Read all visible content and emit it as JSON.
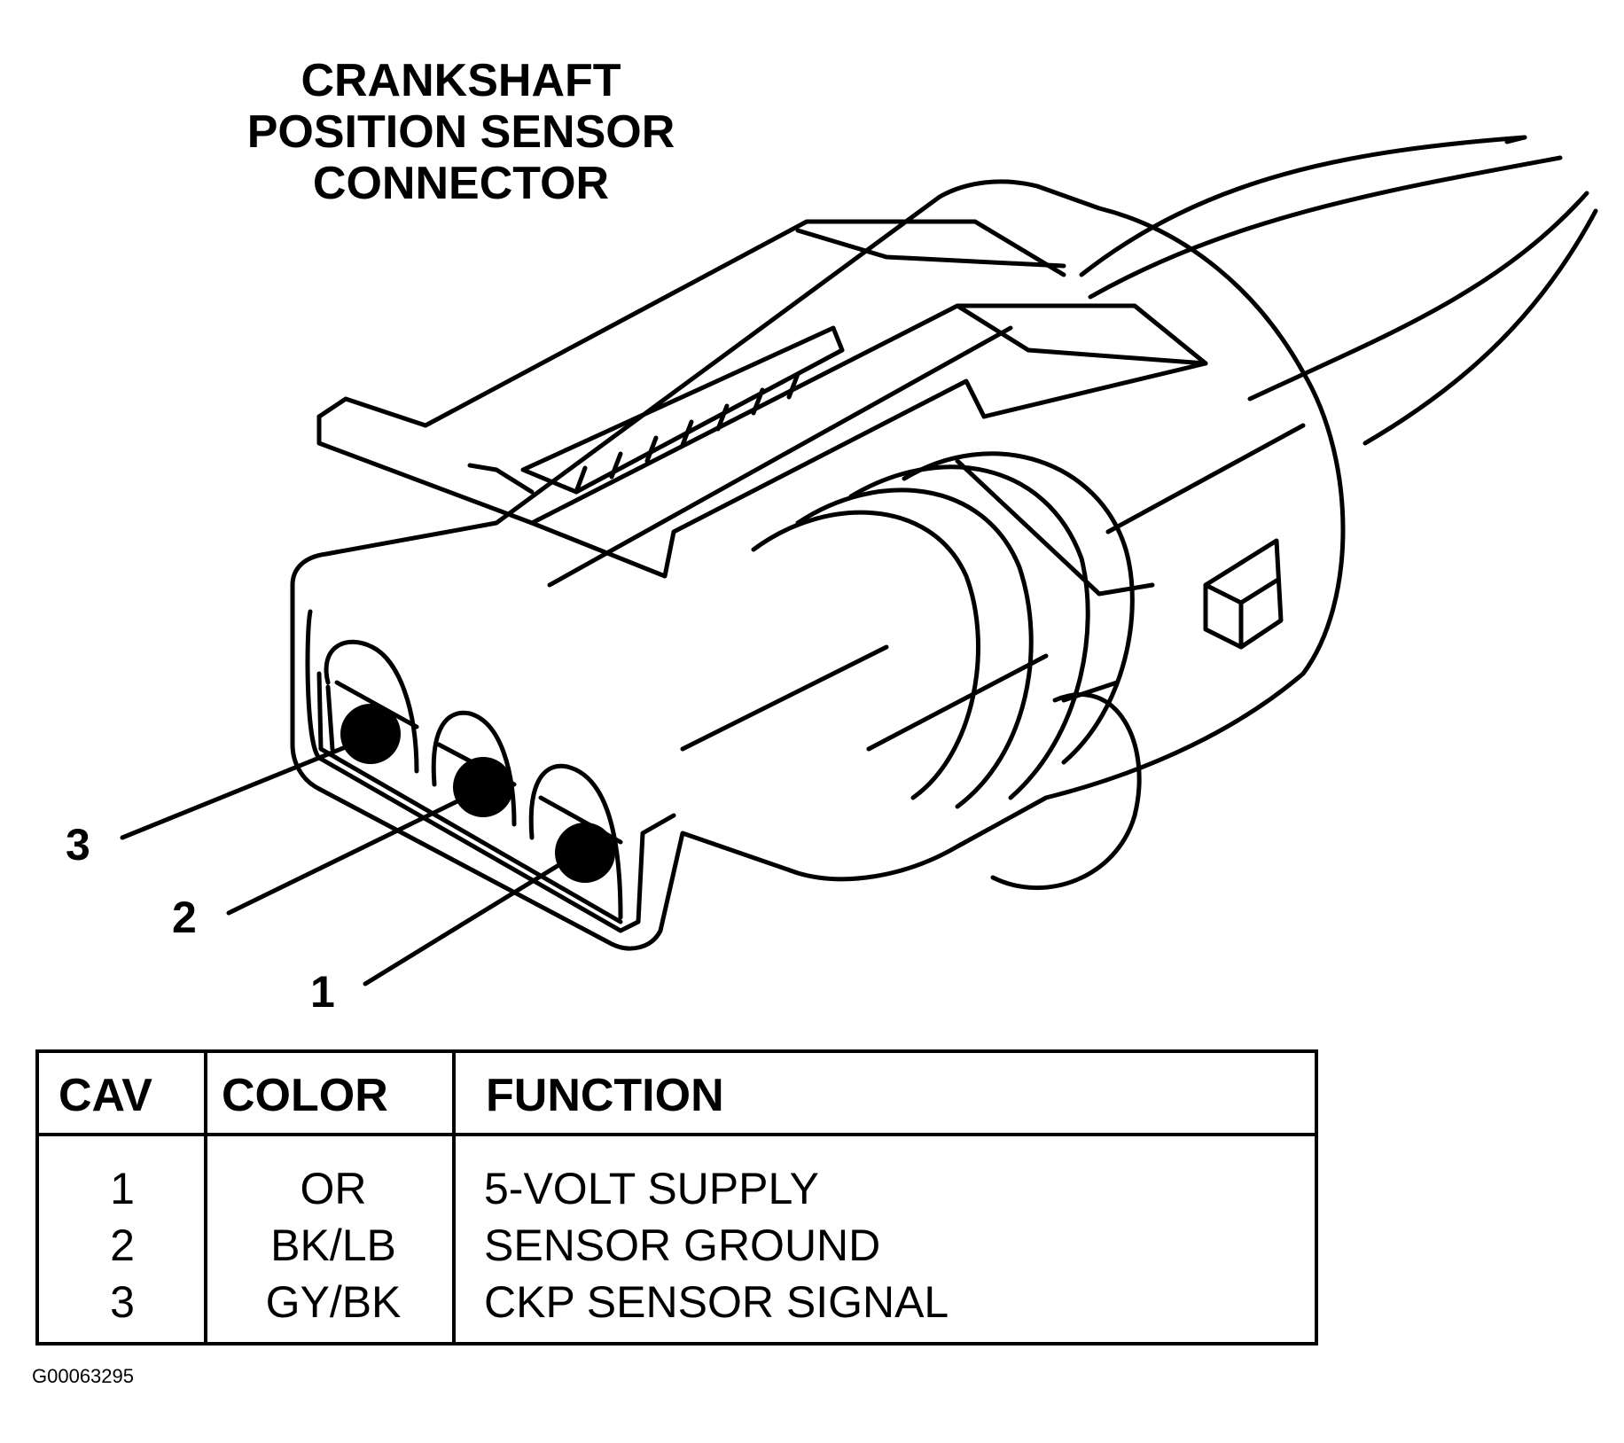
{
  "title": {
    "line1": "CRANKSHAFT",
    "line2": "POSITION SENSOR",
    "line3": "CONNECTOR"
  },
  "callouts": [
    "1",
    "2",
    "3"
  ],
  "table": {
    "headers": {
      "cav": "CAV",
      "color": "COLOR",
      "function": "FUNCTION"
    },
    "rows": [
      {
        "cav": "1",
        "color": "OR",
        "function": "5-VOLT SUPPLY"
      },
      {
        "cav": "2",
        "color": "BK/LB",
        "function": "SENSOR GROUND"
      },
      {
        "cav": "3",
        "color": "GY/BK",
        "function": "CKP SENSOR SIGNAL"
      }
    ]
  },
  "reference_code": "G00063295"
}
